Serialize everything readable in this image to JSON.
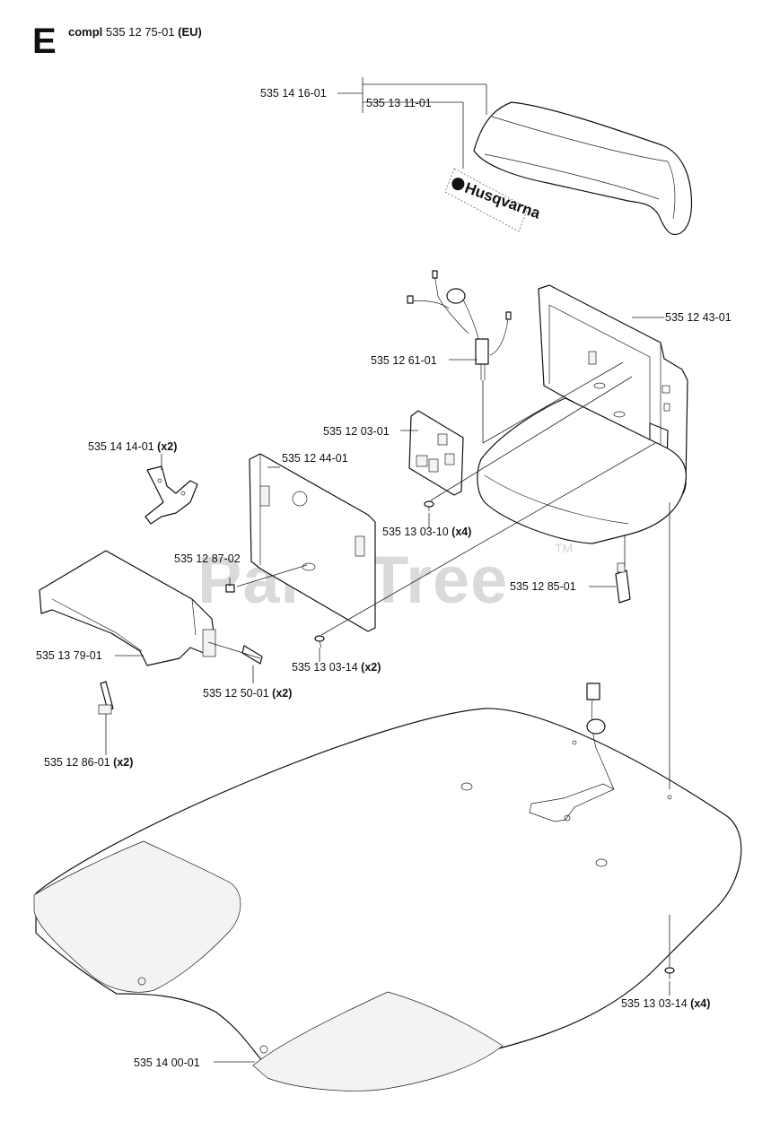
{
  "header": {
    "section_letter": "E",
    "compl_word": "compl",
    "compl_number": "535 12 75-01",
    "compl_region": "(EU)"
  },
  "watermark": {
    "text": "PartsTree",
    "tm": "TM"
  },
  "logo": {
    "text": "Husqvarna"
  },
  "labels": {
    "p535141601": {
      "number": "535 14 16-01",
      "qty": ""
    },
    "p535131101": {
      "number": "535 13 11-01",
      "qty": ""
    },
    "p535124301": {
      "number": "535 12 43-01",
      "qty": ""
    },
    "p535126101": {
      "number": "535 12 61-01",
      "qty": ""
    },
    "p535120301": {
      "number": "535 12 03-01",
      "qty": ""
    },
    "p535141401": {
      "number": "535 14 14-01",
      "qty": "(x2)"
    },
    "p535124401": {
      "number": "535 12 44-01",
      "qty": ""
    },
    "p535130310": {
      "number": "535 13 03-10",
      "qty": "(x4)"
    },
    "p535128702": {
      "number": "535 12 87-02",
      "qty": ""
    },
    "p535128501": {
      "number": "535 12 85-01",
      "qty": ""
    },
    "p535137901": {
      "number": "535 13 79-01",
      "qty": ""
    },
    "p535130314a": {
      "number": "535 13 03-14",
      "qty": "(x2)"
    },
    "p535125001": {
      "number": "535 12 50-01",
      "qty": "(x2)"
    },
    "p535128601": {
      "number": "535 12 86-01",
      "qty": "(x2)"
    },
    "p535130314b": {
      "number": "535 13 03-14",
      "qty": "(x4)"
    },
    "p535140001": {
      "number": "535 14 00-01",
      "qty": ""
    }
  }
}
